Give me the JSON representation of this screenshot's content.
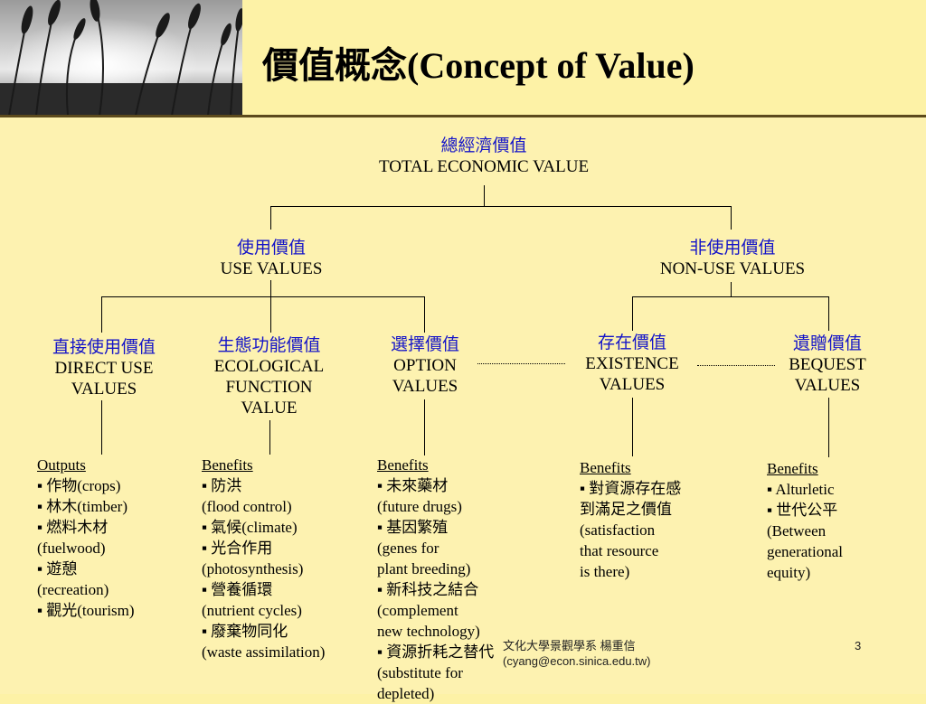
{
  "title": "價值概念(Concept of Value)",
  "tree": {
    "root": {
      "zh": "總經濟價值",
      "en": "TOTAL ECONOMIC VALUE"
    },
    "use": {
      "zh": "使用價值",
      "en": "USE VALUES"
    },
    "nonuse": {
      "zh": "非使用價值",
      "en": "NON-USE VALUES"
    },
    "direct": {
      "zh": "直接使用價值",
      "en": [
        "DIRECT USE",
        "VALUES"
      ]
    },
    "eco": {
      "zh": "生態功能價值",
      "en": [
        "ECOLOGICAL",
        "FUNCTION",
        "VALUE"
      ]
    },
    "option": {
      "zh": "選擇價值",
      "en": [
        "OPTION",
        "VALUES"
      ]
    },
    "existence": {
      "zh": "存在價值",
      "en": [
        "EXISTENCE",
        "VALUES"
      ]
    },
    "bequest": {
      "zh": "遺贈價值",
      "en": [
        "BEQUEST",
        "VALUES"
      ]
    }
  },
  "columns": {
    "direct": {
      "heading": "Outputs",
      "lines": [
        "▪ 作物(crops)",
        "▪ 林木(timber)",
        "▪ 燃料木材",
        "(fuelwood)",
        "▪ 遊憩",
        "(recreation)",
        "▪ 觀光(tourism)"
      ]
    },
    "eco": {
      "heading": "Benefits",
      "lines": [
        "▪ 防洪",
        "(flood control)",
        "▪ 氣候(climate)",
        "▪ 光合作用",
        "(photosynthesis)",
        "▪ 營養循環",
        "(nutrient cycles)",
        "▪ 廢棄物同化",
        "(waste assimilation)"
      ]
    },
    "option": {
      "heading": "Benefits",
      "lines": [
        "▪ 未來藥材",
        "(future drugs)",
        "▪ 基因繁殖",
        "(genes for",
        "plant breeding)",
        "▪ 新科技之結合",
        "(complement",
        "new technology)",
        "▪ 資源折耗之替代",
        "(substitute for",
        "depleted)"
      ]
    },
    "existence": {
      "heading": "Benefits",
      "lines": [
        "▪ 對資源存在感",
        "到滿足之價值",
        "(satisfaction",
        "that resource",
        "is there)"
      ]
    },
    "bequest": {
      "heading": "Benefits",
      "lines": [
        "▪ Alturletic",
        "▪ 世代公平",
        "(Between",
        "generational",
        "equity)"
      ]
    }
  },
  "footer": {
    "line1": "文化大學景觀學系 楊重信",
    "line2": "(cyang@econ.sinica.edu.tw)",
    "page": "3"
  }
}
